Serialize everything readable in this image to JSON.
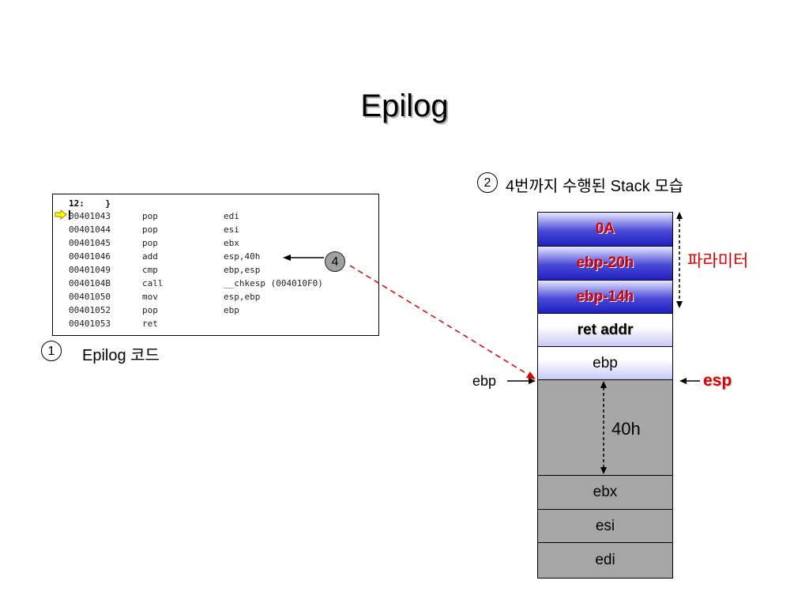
{
  "title": "Epilog",
  "code": {
    "header": "12:    }",
    "lines": [
      {
        "addr": "00401043",
        "op": "pop",
        "arg": "edi"
      },
      {
        "addr": "00401044",
        "op": "pop",
        "arg": "esi"
      },
      {
        "addr": "00401045",
        "op": "pop",
        "arg": "ebx"
      },
      {
        "addr": "00401046",
        "op": "add",
        "arg": "esp,40h"
      },
      {
        "addr": "00401049",
        "op": "cmp",
        "arg": "ebp,esp"
      },
      {
        "addr": "0040104B",
        "op": "call",
        "arg": "__chkesp (004010F0)"
      },
      {
        "addr": "00401050",
        "op": "mov",
        "arg": "esp,ebp"
      },
      {
        "addr": "00401052",
        "op": "pop",
        "arg": "ebp"
      },
      {
        "addr": "00401053",
        "op": "ret",
        "arg": ""
      }
    ]
  },
  "caption1": {
    "num": "1",
    "text": "Epilog 코드"
  },
  "caption2": {
    "num": "2",
    "text": "4번까지 수행된 Stack 모습"
  },
  "marker4": "4",
  "stack": {
    "cells": [
      {
        "label": "0A",
        "style": "param"
      },
      {
        "label": "ebp-20h",
        "style": "param"
      },
      {
        "label": "ebp-14h",
        "style": "param"
      },
      {
        "label": "ret addr",
        "style": "light-bold"
      },
      {
        "label": "ebp",
        "style": "light"
      },
      {
        "label": "",
        "style": "gray"
      },
      {
        "label": "ebx",
        "style": "gray"
      },
      {
        "label": "esi",
        "style": "gray"
      },
      {
        "label": "edi",
        "style": "gray"
      }
    ],
    "param_label": "파라미터",
    "ebp_label": "ebp",
    "esp_label": "esp",
    "size_label": "40h"
  },
  "colors": {
    "red": "#e00000",
    "param_blue": "#2020c0",
    "gray": "#a6a6a6"
  }
}
